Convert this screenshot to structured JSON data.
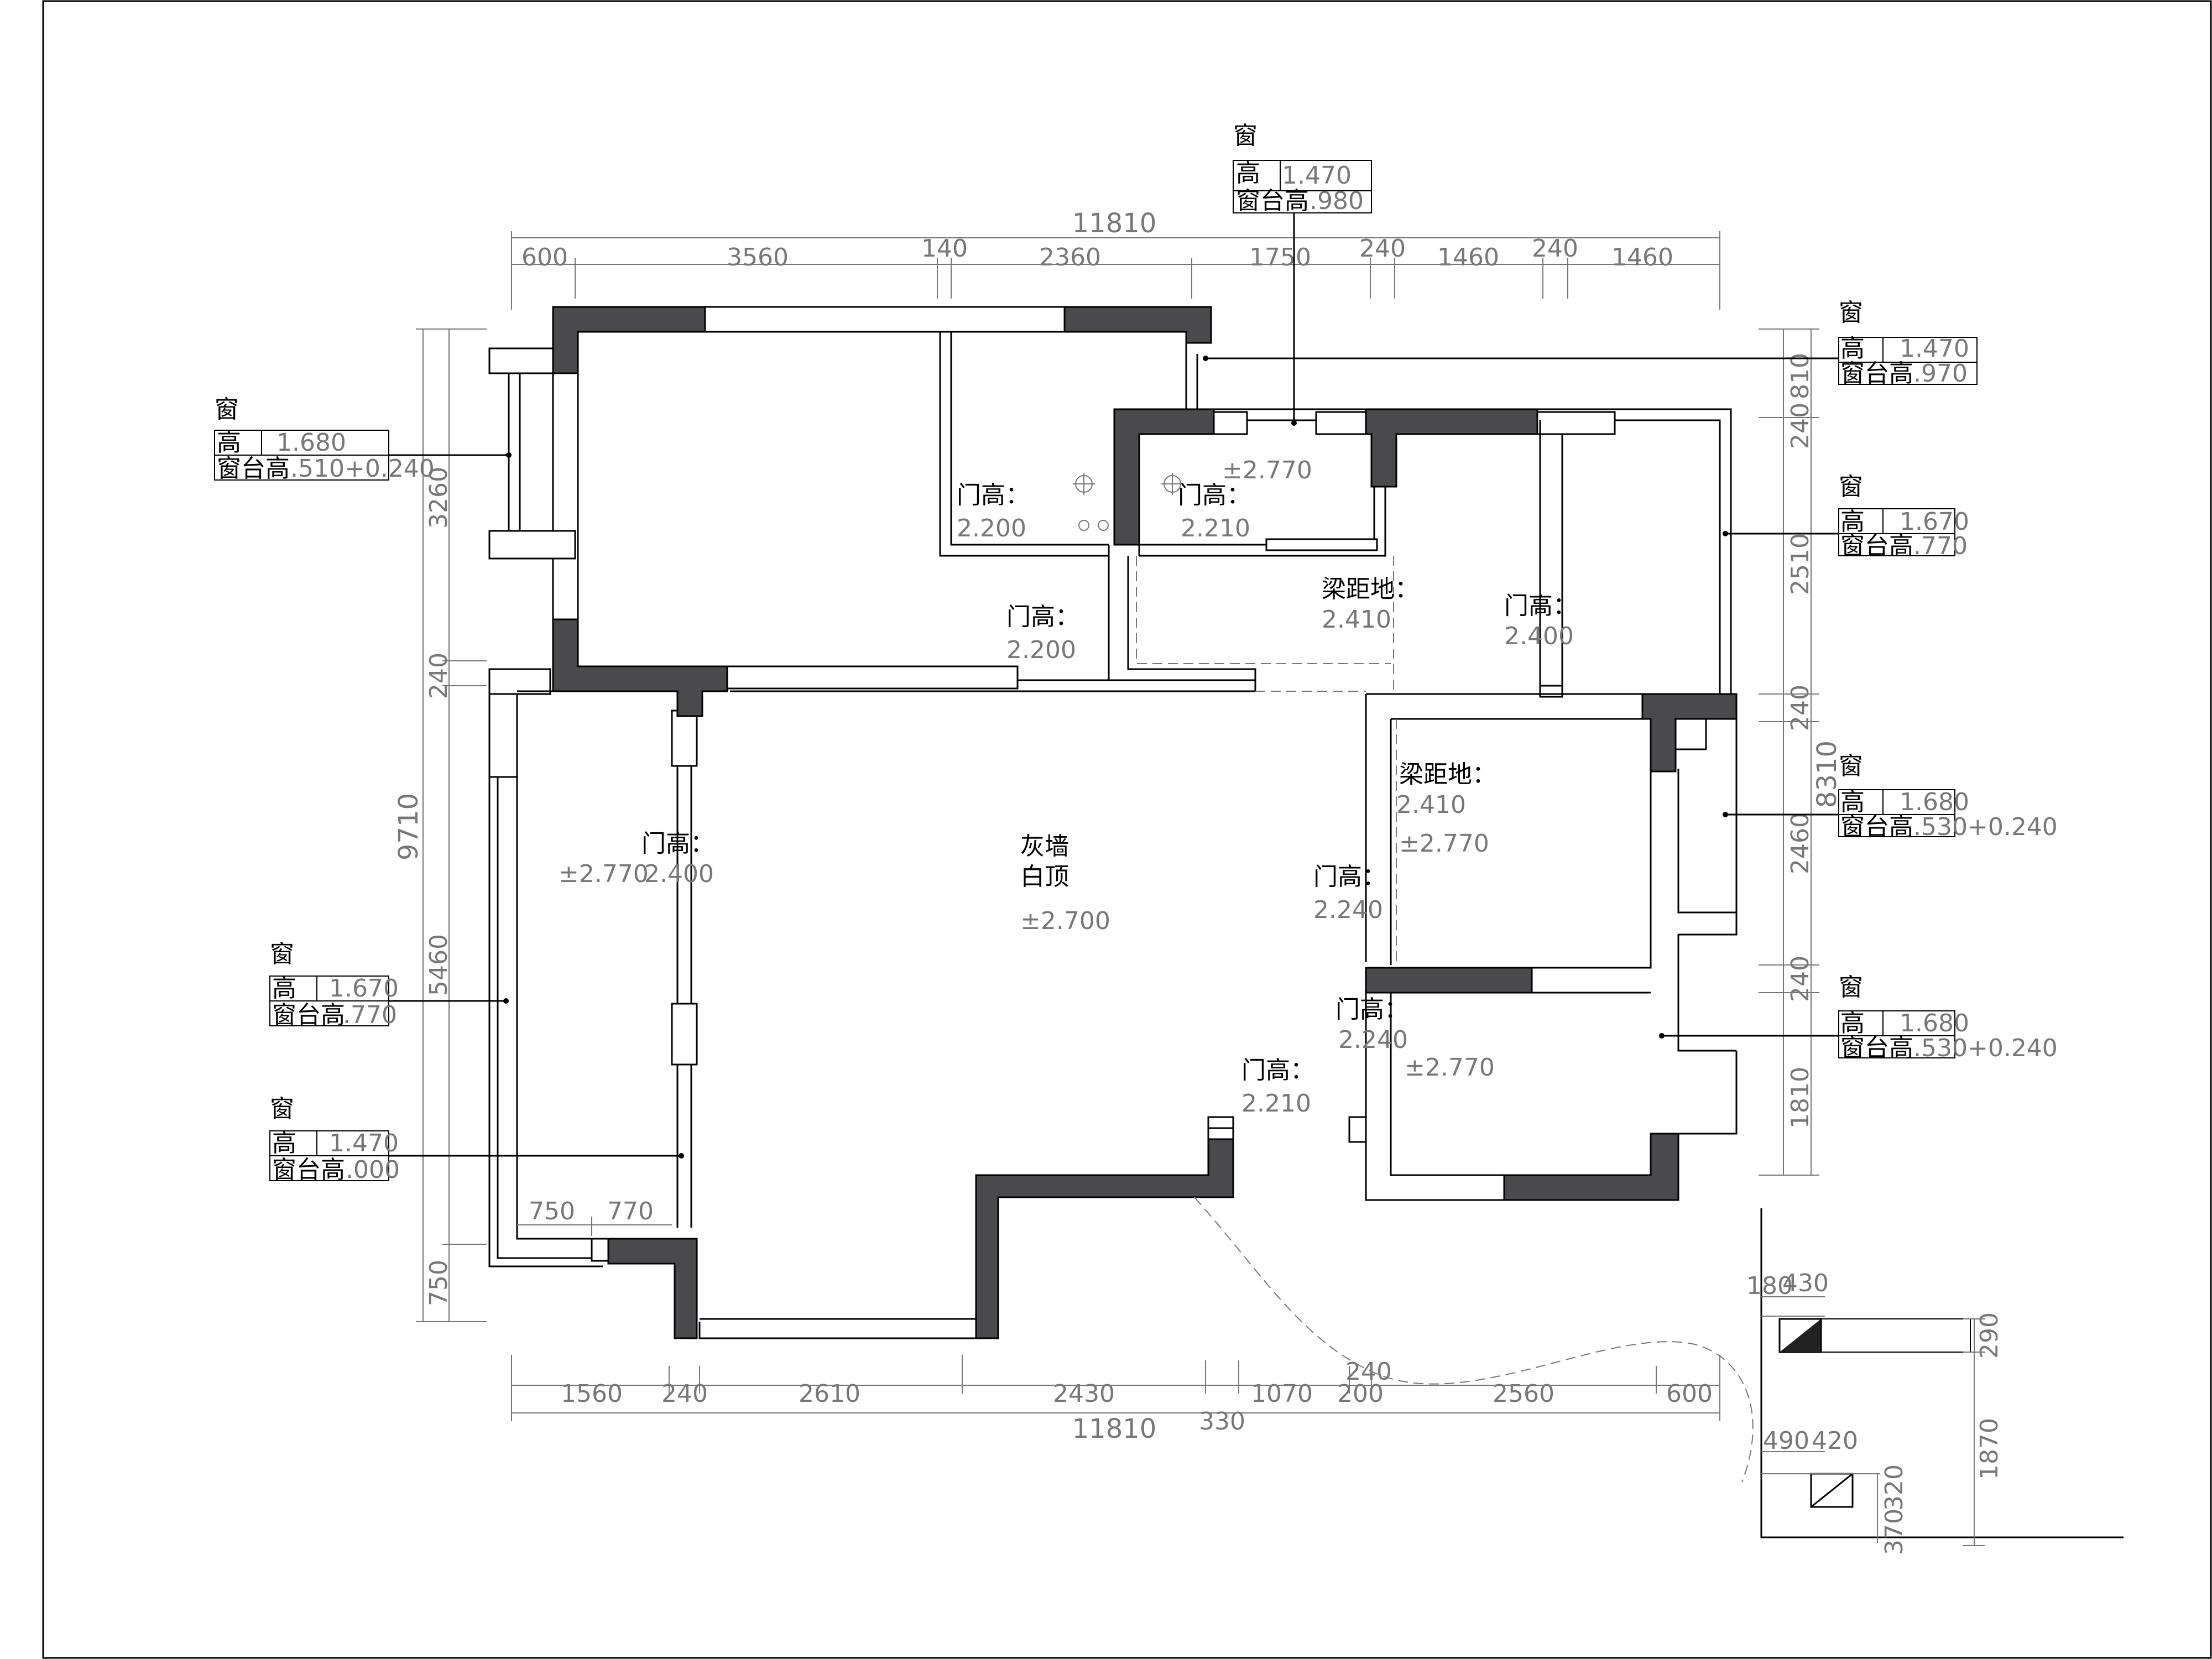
{
  "plan": {
    "top_total": "11810",
    "top_segments": [
      "600",
      "3560",
      "140",
      "2360",
      "1750",
      "240",
      "1460",
      "240",
      "1460"
    ],
    "bottom_total": "11810",
    "bottom_segments": [
      "1560",
      "240",
      "2610",
      "2430",
      "1070",
      "200",
      "2560",
      "600"
    ],
    "bottom_extra": [
      "330",
      "240"
    ],
    "left_total": "9710",
    "left_segments": [
      "3260",
      "240",
      "5460",
      "750"
    ],
    "right_total": "8310",
    "right_segments": [
      "240",
      "810",
      "2510",
      "240",
      "2460",
      "240",
      "1810"
    ],
    "window_labels": [
      {
        "title": "窗",
        "h_label": "高",
        "h_val": "1.470",
        "s_label": "窗台高",
        "s_val": ".980"
      },
      {
        "title": "窗",
        "h_label": "高",
        "h_val": "1.470",
        "s_label": "窗台高",
        "s_val": ".970"
      },
      {
        "title": "窗",
        "h_label": "高",
        "h_val": "1.680",
        "s_label": "窗台高",
        "s_val": ".510+0.240"
      },
      {
        "title": "窗",
        "h_label": "高",
        "h_val": "1.670",
        "s_label": "窗台高",
        "s_val": ".770"
      },
      {
        "title": "窗",
        "h_label": "高",
        "h_val": "1.680",
        "s_label": "窗台高",
        "s_val": ".530+0.240"
      },
      {
        "title": "窗",
        "h_label": "高",
        "h_val": "1.670",
        "s_label": "窗台高",
        "s_val": ".770"
      },
      {
        "title": "窗",
        "h_label": "高",
        "h_val": "1.680",
        "s_label": "窗台高",
        "s_val": ".530+0.240"
      },
      {
        "title": "窗",
        "h_label": "高",
        "h_val": "1.470",
        "s_label": "窗台高",
        "s_val": ".000"
      }
    ],
    "door_label": "门高：",
    "door_values": [
      "2.200",
      "2.210",
      "2.200",
      "2.400",
      "2.400",
      "2.240",
      "2.240",
      "2.210"
    ],
    "beam_label": "梁距地：",
    "beam_values": [
      "2.410",
      "2.410"
    ],
    "elevations": [
      "±2.770",
      "±2.770",
      "±2.770",
      "±2.700",
      "±2.770"
    ],
    "center_wall": "灰墙",
    "center_ceiling": "白顶",
    "inner_dims": [
      "750",
      "770"
    ],
    "detail_dims": [
      "180",
      "430",
      "290",
      "490",
      "420",
      "320",
      "370",
      "1870"
    ]
  }
}
